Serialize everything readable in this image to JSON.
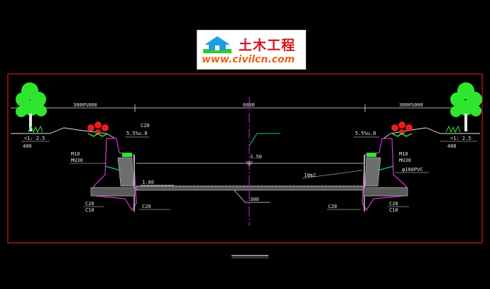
{
  "logo": {
    "title_cn": "土木工程",
    "url": "www.civilcn.com"
  },
  "dimensions": {
    "left_green": "3000%000",
    "center_width": "6000",
    "right_green": "3000%000"
  },
  "left_labels": {
    "slope": "<1: 2.5",
    "height_400": "400",
    "c20_top": "C20",
    "pipe_label": "5.5%u.8",
    "m10": "M10",
    "mu30": "MU30",
    "c20_bottom": "C20",
    "c10_bottom": "C10",
    "c20_wall": "C20"
  },
  "center_labels": {
    "water_level": "3.50",
    "depth": "1.00",
    "bottom_thickness": "300"
  },
  "right_labels": {
    "slope": "<1: 2.5",
    "height_400": "400",
    "pipe_label": "5.5%u.8",
    "m10": "M10",
    "mu30": "MU30",
    "pvc": "φ100PVC",
    "width_10m2": "10m2",
    "c20_bottom": "C20",
    "c10_bottom": "C10",
    "c20_wall": "C20"
  },
  "colors": {
    "frame": "#c81e1e",
    "dims": "#e6e6e6",
    "wall": "#c832c8",
    "centerline": "#c832c8",
    "tree": "#2ee62e",
    "flower": "#e61e1e",
    "leader": "#1ebeb4"
  }
}
